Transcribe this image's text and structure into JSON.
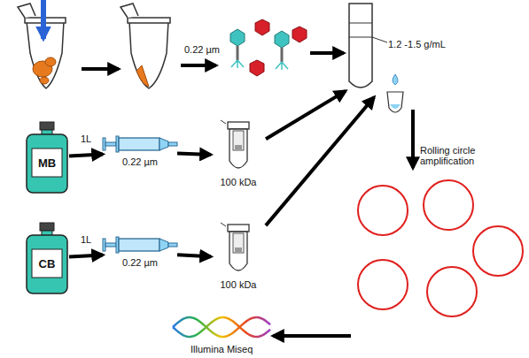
{
  "diagram": {
    "nodes": [
      {
        "text": [
          "MB"
        ]
      },
      {
        "text": [
          "0.22 µm"
        ]
      },
      {
        "text": [
          "100 kDa"
        ]
      },
      {
        "text": [
          "CB"
        ]
      },
      {
        "text": [
          "0.22 µm"
        ]
      },
      {
        "text": [
          "100 kDa"
        ]
      },
      {
        "text": [
          "1.2 -1.5 g/mL"
        ]
      },
      {
        "text": [
          "Illumina Miseq"
        ]
      }
    ],
    "edges": [
      {
        "from": 0,
        "to": 1,
        "label": "1L",
        "arrow": "to"
      },
      {
        "from": 1,
        "to": 2,
        "arrow": "to"
      },
      {
        "from": 3,
        "to": 4,
        "label": "1L",
        "arrow": "to"
      },
      {
        "from": 4,
        "to": 5,
        "arrow": "to"
      },
      {
        "from": 2,
        "to": 6,
        "arrow": "to"
      },
      {
        "from": 5,
        "to": 6,
        "arrow": "to"
      }
    ],
    "labels": [
      "0.22 µm",
      "Rolling circle amplification"
    ]
  }
}
